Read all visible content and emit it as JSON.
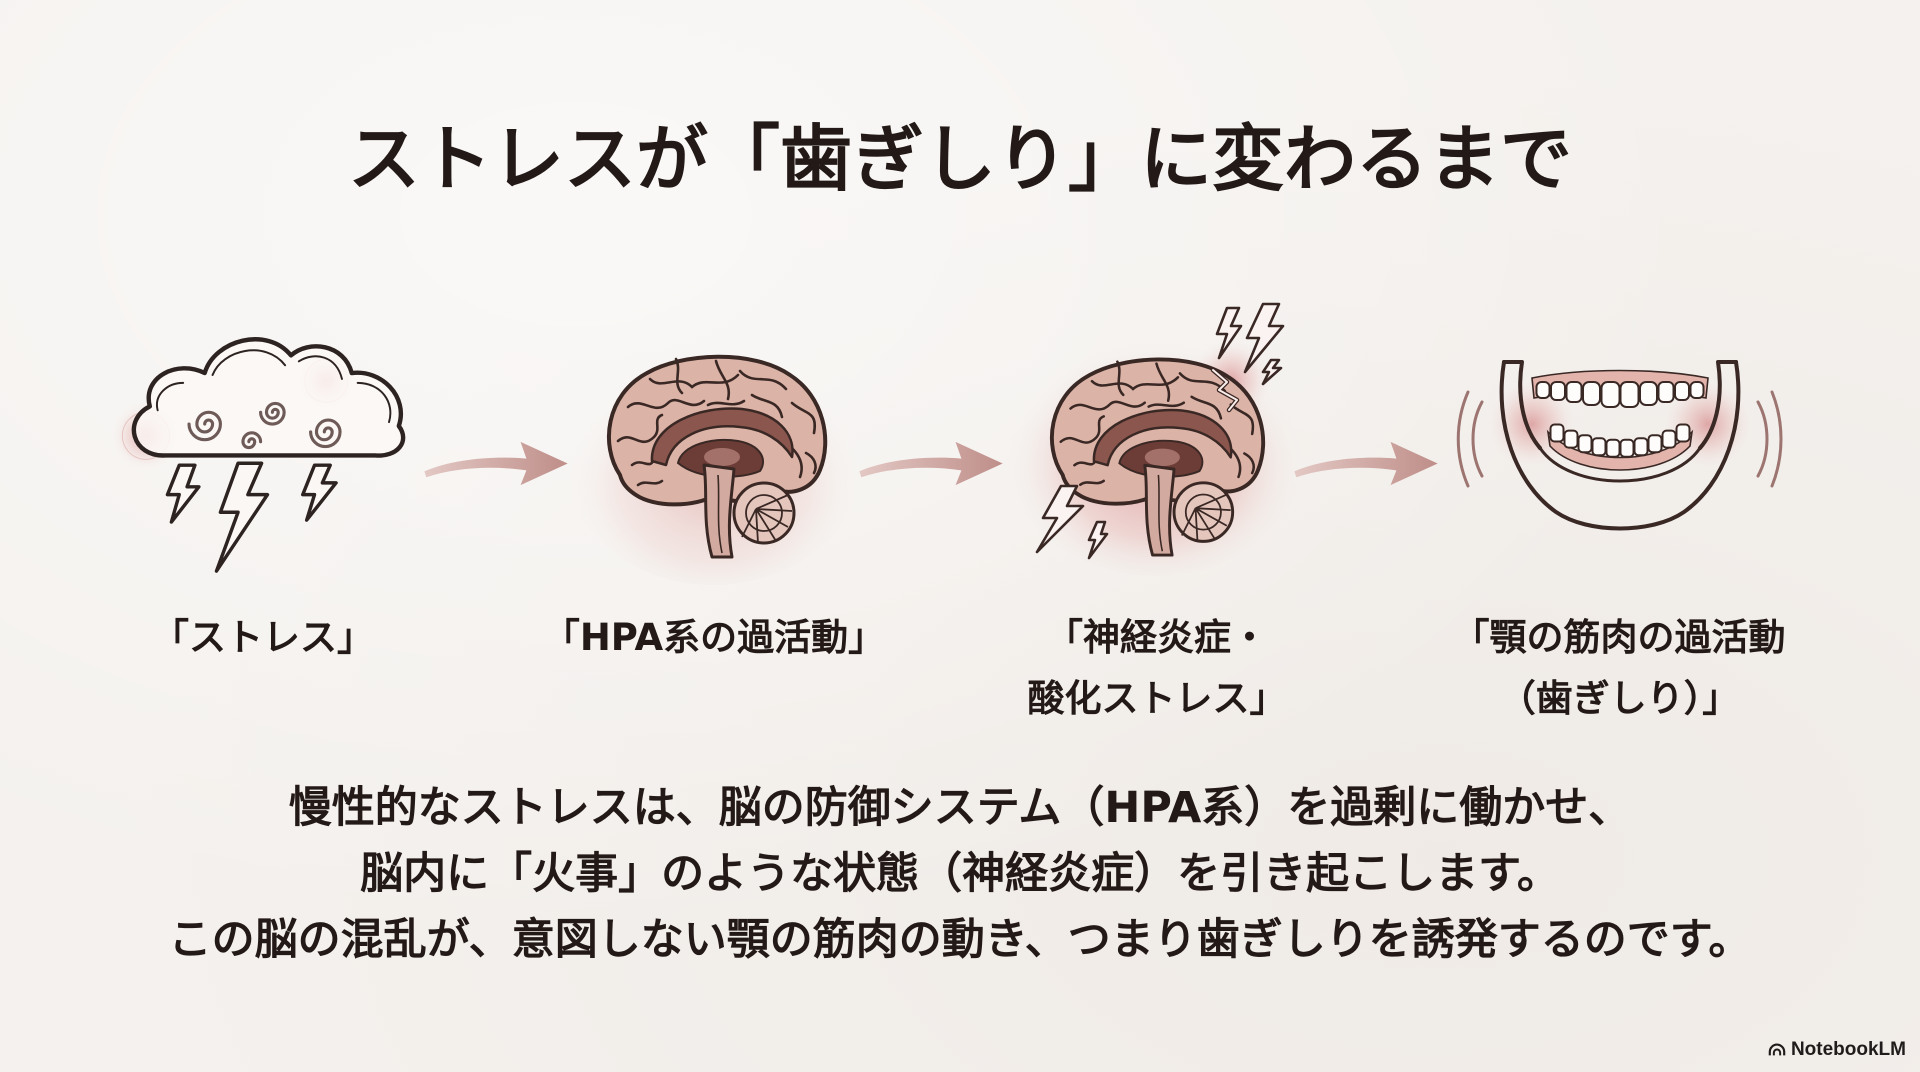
{
  "title": "ストレスが「歯ぎしり」に変わるまで",
  "connector_icon": "arrow-right-icon",
  "steps": [
    {
      "icon": "storm-cloud-icon",
      "label_lines": [
        "「ストレス」"
      ]
    },
    {
      "icon": "brain-icon",
      "label_lines": [
        "「HPA系の過活動」"
      ]
    },
    {
      "icon": "inflamed-brain-icon",
      "label_lines": [
        "「神経炎症・",
        "酸化ストレス」"
      ]
    },
    {
      "icon": "jaw-teeth-icon",
      "label_lines": [
        "「顎の筋肉の過活動",
        "（歯ぎしり）」"
      ]
    }
  ],
  "description_lines": [
    "慢性的なストレスは、脳の防御システム（HPA系）を過剰に働かせ、",
    "脳内に「火事」のような状態（神経炎症）を引き起こします。",
    "この脳の混乱が、意図しない顎の筋肉の動き、つまり歯ぎしりを誘発するのです。"
  ],
  "brand": {
    "icon": "notebooklm-logo-icon",
    "label": "NotebookLM"
  },
  "colors": {
    "background": "#f4f1ee",
    "ink": "#231a18",
    "arrow": "#c79d98",
    "glow": "#d48584",
    "brain_fill": "#dcb3a7",
    "brain_dark": "#8a564d"
  }
}
